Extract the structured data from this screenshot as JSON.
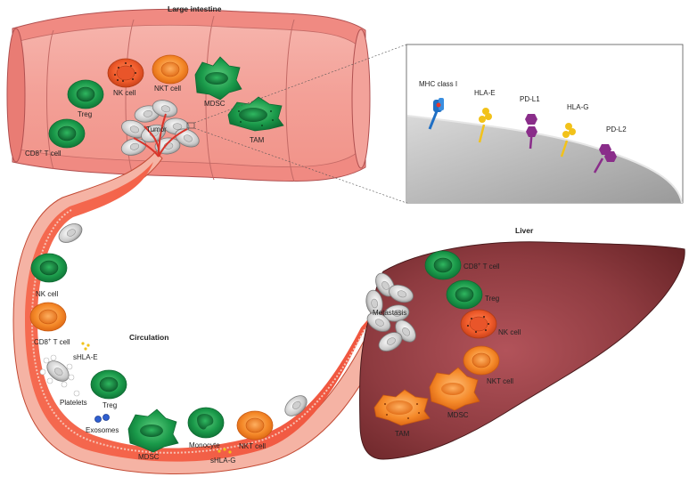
{
  "sections": {
    "large_intestine": "Large intestine",
    "liver": "Liver",
    "circulation": "Circulation"
  },
  "intestine": {
    "treg": "Treg",
    "nk_cell": "NK cell",
    "nkt_cell": "NKT cell",
    "mdsc": "MDSC",
    "tam": "TAM",
    "tumor": "Tumor",
    "cd8_prefix": "CD8",
    "cd8_suffix": " T cell",
    "sup": "+"
  },
  "inset": {
    "mhc": "MHC class I",
    "hla_e": "HLA-E",
    "pd_l1": "PD-L1",
    "hla_g": "HLA-G",
    "pd_l2": "PD-L2"
  },
  "circulation": {
    "nk_cell": "NK cell",
    "cd8_prefix": "CD8",
    "cd8_suffix": " T cell",
    "sup": "+",
    "shla_e": "sHLA-E",
    "platelets": "Platelets",
    "treg": "Treg",
    "exosomes": "Exosomes",
    "mdsc": "MDSC",
    "monocyte": "Monocyte",
    "shla_g": "sHLA-G",
    "nkt_cell": "NKT cell"
  },
  "liver": {
    "metastasis": "Metastasis",
    "cd8_prefix": "CD8",
    "cd8_suffix": " T cell",
    "sup": "+",
    "treg": "Treg",
    "nk_cell": "NK cell",
    "nkt_cell": "NKT cell",
    "mdsc": "MDSC",
    "tam": "TAM"
  },
  "colors": {
    "green": "#1a9a4a",
    "orange": "#f07a1c",
    "intestine": "#f4a39b",
    "vessel": "#ef5a44",
    "liver": "#7a2f32",
    "marker_blue": "#1f6fc4",
    "marker_yellow": "#f2c21a",
    "marker_purple": "#8a2d8a"
  }
}
